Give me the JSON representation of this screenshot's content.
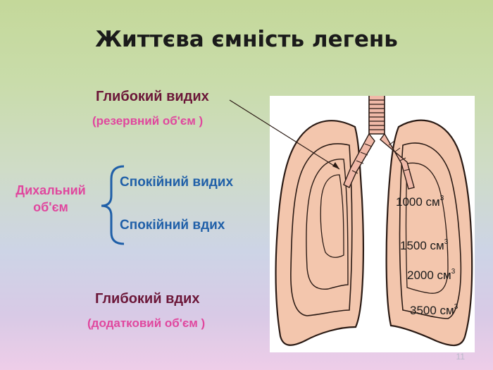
{
  "title": "Життєва ємність легень",
  "deep_exhale": {
    "label": "Глибокий видих",
    "sub": "(резервний об'єм )"
  },
  "tidal_volume": {
    "line1": "Дихальний",
    "line2": "об'єм"
  },
  "calm_exhale": "Спокійний видих",
  "calm_inhale": "Спокійний вдих",
  "deep_inhale": {
    "label": "Глибокий вдих",
    "sub": "(додатковий об'єм )"
  },
  "lung_volumes": [
    {
      "value": "1000 см",
      "sup": "3"
    },
    {
      "value": "1500 см",
      "sup": "3"
    },
    {
      "value": "2000 см",
      "sup": "3"
    },
    {
      "value": "3500 см",
      "sup": "3"
    }
  ],
  "slide_number": "11",
  "colors": {
    "maroon": "#6b1638",
    "pink": "#e0479e",
    "blue": "#1f5fa8",
    "lung_fill": "#f3c6ad"
  }
}
